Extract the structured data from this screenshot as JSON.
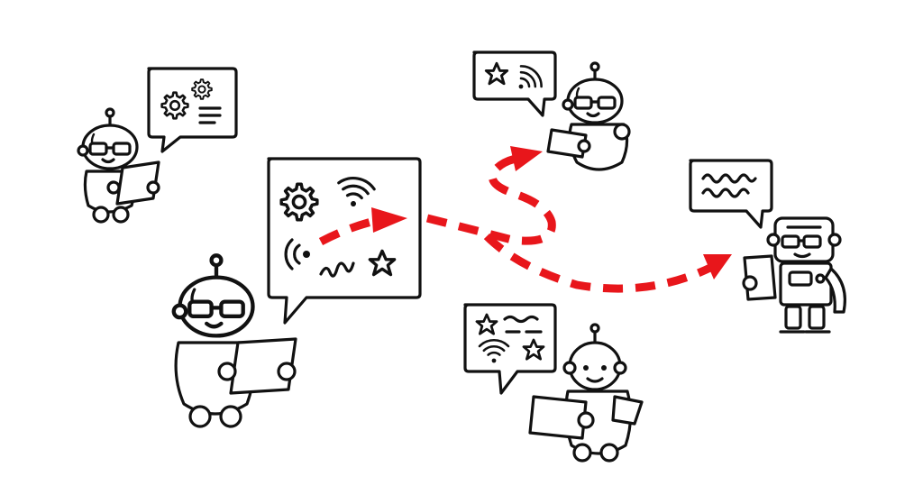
{
  "accent_color": "#e8161b",
  "ink_color": "#111111",
  "scene": {
    "agents": [
      {
        "id": "agent-top-left",
        "bubble_icons": [
          "gears-icon",
          "text-lines-icon"
        ]
      },
      {
        "id": "agent-center-sender",
        "bubble_icons": [
          "gear-icon",
          "wifi-icon",
          "signal-icon",
          "squiggle-icon",
          "star-icon"
        ]
      },
      {
        "id": "agent-top-right",
        "bubble_icons": [
          "star-icon",
          "wifi-icon"
        ]
      },
      {
        "id": "agent-right",
        "bubble_icons": [
          "waveform-icon"
        ]
      },
      {
        "id": "agent-bottom-middle",
        "bubble_icons": [
          "star-icon",
          "dash-lines-icon",
          "wifi-icon",
          "star-icon"
        ]
      }
    ],
    "flows": [
      {
        "from": "agent-center-sender",
        "to": "agent-top-right"
      },
      {
        "from": "agent-center-sender",
        "to": "agent-right"
      }
    ]
  }
}
